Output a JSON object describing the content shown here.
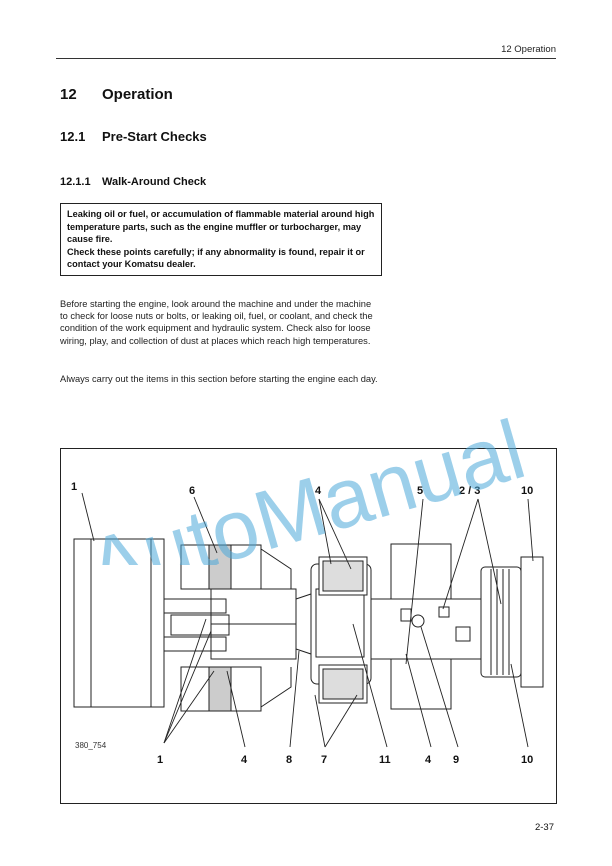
{
  "header": {
    "running_title": "12 Operation"
  },
  "chapter": {
    "number": "12",
    "title": "Operation"
  },
  "section": {
    "number": "12.1",
    "title": "Pre-Start Checks"
  },
  "subsection": {
    "number": "12.1.1",
    "title": "Walk-Around Check"
  },
  "warning": {
    "line1": "Leaking oil or fuel, or accumulation of flammable material around high temperature parts, such as the engine muffler or turbocharger, may cause fire.",
    "line2": "Check these points carefully; if any abnormality is found, repair it or contact your Komatsu dealer."
  },
  "body": {
    "para1": "Before starting the engine, look around the machine and under the machine to check for loose nuts or bolts, or leaking oil, fuel, or coolant, and check the condition of the work equipment and hydraulic system. Check also for loose wiring, play, and collection of dust at places which reach high temperatures.",
    "para2": "Always carry out the items in this section before starting the engine each day."
  },
  "figure": {
    "code": "380_754",
    "callouts_top": [
      "1",
      "6",
      "4",
      "5",
      "2 / 3",
      "10"
    ],
    "callouts_bottom": [
      "1",
      "4",
      "8",
      "7",
      "11",
      "4",
      "9",
      "10"
    ]
  },
  "watermark": {
    "text": "AutoManual",
    "color": "#4aa8d8"
  },
  "footer": {
    "page_number": "2-37"
  }
}
